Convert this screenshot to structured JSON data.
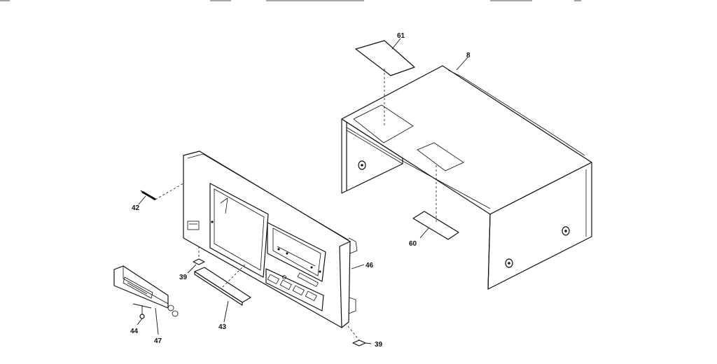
{
  "diagram": {
    "callouts": {
      "label_61": "61",
      "label_8": "8",
      "label_60": "60",
      "label_42": "42",
      "label_46": "46",
      "label_39_left": "39",
      "label_39_bottom": "39",
      "label_43": "43",
      "label_44": "44",
      "label_47": "47"
    }
  }
}
